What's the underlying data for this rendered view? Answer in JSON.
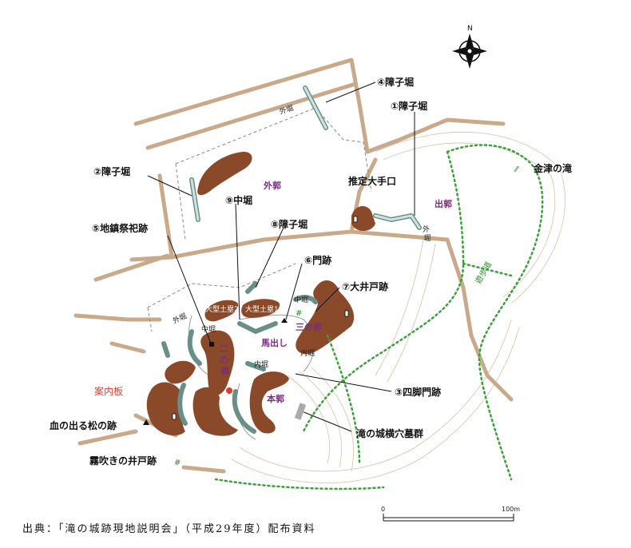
{
  "map": {
    "compass_north": "N"
  },
  "labels": {
    "shoji_4": "④障子堀",
    "shoji_1": "①障子堀",
    "kanazu_falls": "金津の滝",
    "shoji_2": "②障子堀",
    "otemon": "推定大手口",
    "nakabori_9": "⑨中堀",
    "shoji_8": "⑧障子堀",
    "ritual_site": "⑤地鎮祭祀跡",
    "gate_6": "⑥門跡",
    "well_7": "⑦大井戸跡",
    "four_pillar_gate": "③四脚門跡",
    "info_board": "案内板",
    "pine": "血の出る松の跡",
    "tombs": "滝の城横穴墓群",
    "fog_well": "霧吹きの井戸跡",
    "promenade": "遊歩道"
  },
  "zones": {
    "sotoguruwa": "外郭",
    "demaru": "出郭",
    "sannokuruwa": "三の郭",
    "umadashi": "馬出し",
    "honguruwa": "本郭"
  },
  "zones_vertical": {
    "ninoguruwa": [
      "二",
      "の",
      "郭"
    ]
  },
  "moats": {
    "sotobori": "外堀",
    "nakabori": "中堀",
    "uchibori": "内堀"
  },
  "moats_vertical": {
    "sotobori": [
      "外",
      "堀"
    ]
  },
  "mounds": {
    "mound_2": "大型土塁2",
    "mound_1": "大型土塁1"
  },
  "scale": {
    "start": "0",
    "end": "100m"
  },
  "source": "出典：「滝の城跡現地説明会」（平成29年度）配布資料",
  "colors": {
    "earthwork": "#8a4a2a",
    "moat": "#6a8f88",
    "zone_text": "#7b2d7b",
    "promenade": "#3aa03a",
    "info_board": "#e23b2b",
    "road": "#c9a98a"
  }
}
